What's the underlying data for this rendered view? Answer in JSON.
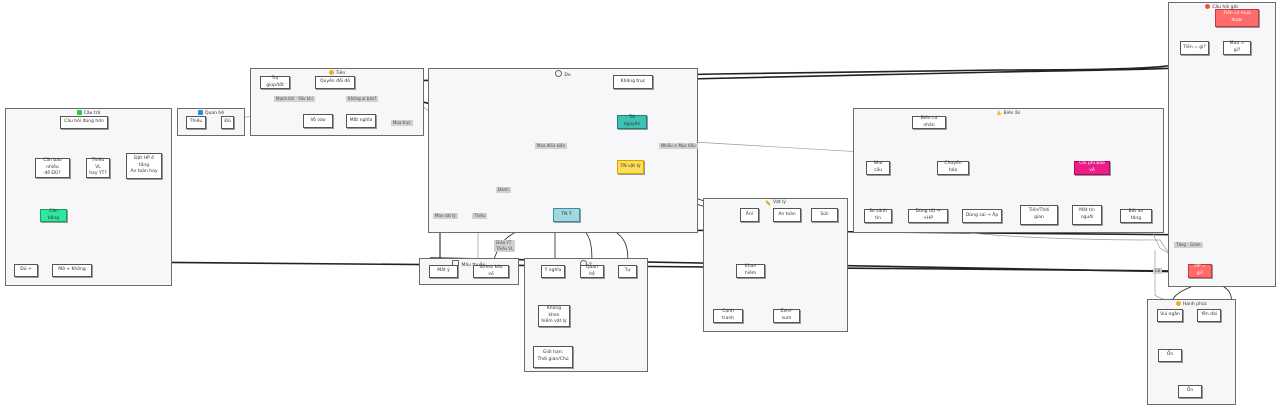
{
  "colors": {
    "teal": "#3ec1b3",
    "yellow": "#ffdd57",
    "lightblue": "#9fd8e0",
    "green": "#2ee8a0",
    "magenta": "#ee1c88",
    "red": "#ff6b6b",
    "edge": "#222222",
    "edge_light": "#9a9a9a"
  },
  "clusters": {
    "cau_tra": {
      "title": "Câu trả",
      "icon": "check-icon"
    },
    "quan_he": {
      "title": "Quan hệ",
      "icon": "link-icon"
    },
    "tien": {
      "title": "Tiền",
      "icon": "money-icon"
    },
    "do": {
      "title": "Đo",
      "icon": "target-icon"
    },
    "vat_ly": {
      "title": "Vật lý",
      "icon": "pencil-icon"
    },
    "mau_thuan": {
      "title": "Mâu thuẫn",
      "icon": "conflict-icon"
    },
    "y": {
      "title": "Ý",
      "icon": "star-icon"
    },
    "bien_an": {
      "title": "Biến ẩn",
      "icon": "warning-icon"
    },
    "cau_hoi_goc": {
      "title": "Câu hỏi gốc",
      "icon": "question-icon"
    },
    "hanh_phuc": {
      "title": "Hạnh phúc",
      "icon": "smile-icon"
    }
  },
  "nodes": {
    "cau_hoi_dung_hon": "Câu hỏi đúng hơn",
    "can_bao_nhieu": "Cần bao nhiêu\nđể ĐỦ?",
    "thieu_vl_hay_yt": "Thiếu VL\nhay YT?",
    "dat_hp_o_tang": "Đặt HP ở\ntầng\nAn toàn hay",
    "can_bang": "Cân bằng",
    "du": "Đủ +",
    "mo_khong": "Mở + Không",
    "thieu": "Thiếu",
    "du2": "Đủ",
    "tro_giup": "Trợ giúp/tốt",
    "quyen_doi_do": "Quyền đổi đồ",
    "vo_vao": "Vô vào",
    "mat_nghia": "Mất nghĩa",
    "khong_truc": "Không trục",
    "tai_nguyen": "Tài nguyên",
    "tn_vat_ly": "TN vật lý",
    "tn_y": "TN Ý",
    "an": "Ăn/",
    "an_toan": "An toàn",
    "suc": "Sức",
    "khan_hiem": "Khan hiếm",
    "canh_tranh": "Cạnh tranh",
    "zero_sum": "Zero-sum",
    "mat_y": "Mất ý",
    "stress_keo_va": "Stress kéo về",
    "y_nghia": "Ý nghĩa",
    "quan_he_node": "Quan hệ",
    "tu": "Tự",
    "khong_khan_hiem": "Không khan\nhiếm vật lý",
    "gioi_han": "Giới hạn:\nThời gian/Chú",
    "bien_ca_nhan": "Biến cá nhân",
    "nhu_cau": "Nhu cầu",
    "chuyen_hoa": "Chuyển hóa",
    "so_sanh": "So sánh tin",
    "dung_tot": "Dùng tốt → +HP",
    "dung_sai": "Dùng sai → Áp",
    "chi_phi_bao_ve": "Chi phí bảo vệ",
    "tien_thoi_gian": "Tiền/Thời\ngian",
    "mat_tin_nguoi": "Mất tin\nngười",
    "bat_an_tang": "Bất an tăng",
    "tien_co_mua_duoc": "Tiền có mua\nđược",
    "tien_gi": "Tiền = gì?",
    "mua_gi": "Mua = gì?",
    "hp_gi": "HP = gì?",
    "vui_ngan": "Vui ngắn",
    "yen_dai": "Yên dài",
    "on1": "Ổn",
    "on2": "Ổn"
  },
  "edge_labels": {
    "manh_khi": "Mạnh khi",
    "yeu_khi": "Yếu khi",
    "khong_ai_ban": "Không ai bán?",
    "mua_truc": "Mua trực",
    "mua_dieu_kien": "Mua điều kiện",
    "nhieu_muc_tieu": "Nhiều × Mục tiêu",
    "danh": "Đánh",
    "max_vat_ly": "Max vật lý",
    "thieu_label": "Thiếu",
    "dieu_yt": "Điều YT\nThiếu VL",
    "tang": "Tăng",
    "giam": "Giảm",
    "co": "Có"
  }
}
